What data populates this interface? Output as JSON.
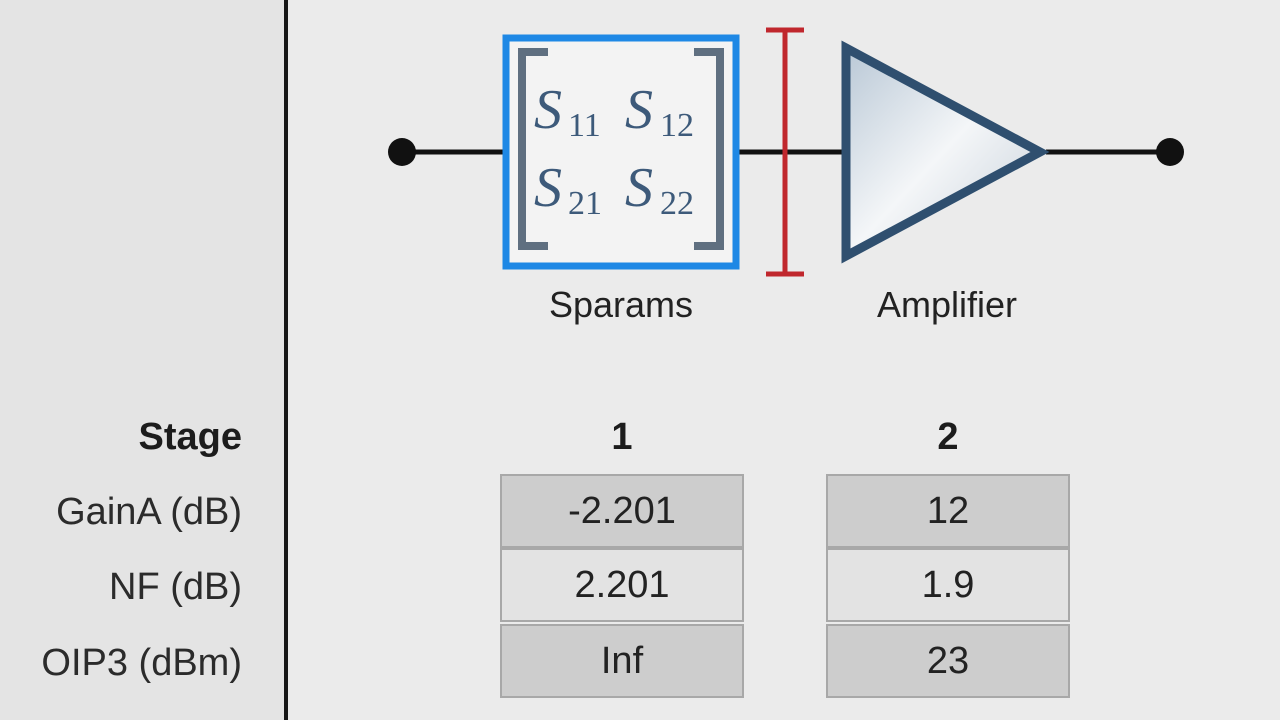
{
  "colors": {
    "selection_border": "#1e88e5",
    "marker": "#c0272d",
    "wire": "#111111",
    "amplifier_stroke": "#2f4f6f"
  },
  "chain": {
    "elements": [
      {
        "label": "Sparams",
        "icon": "sparams-matrix-icon",
        "selected": true
      },
      {
        "label": "Amplifier",
        "icon": "amplifier-triangle-icon",
        "selected": false
      }
    ],
    "sparams_matrix": {
      "s11_base": "S",
      "s11_sub": "11",
      "s12_base": "S",
      "s12_sub": "12",
      "s21_base": "S",
      "s21_sub": "21",
      "s22_base": "S",
      "s22_sub": "22"
    }
  },
  "table": {
    "stage_label": "Stage",
    "stages": [
      "1",
      "2"
    ],
    "rows": [
      {
        "label": "GainA (dB)",
        "values": [
          "-2.201",
          "12"
        ]
      },
      {
        "label": "NF (dB)",
        "values": [
          "2.201",
          "1.9"
        ]
      },
      {
        "label": "OIP3 (dBm)",
        "values": [
          "Inf",
          "23"
        ]
      }
    ]
  }
}
